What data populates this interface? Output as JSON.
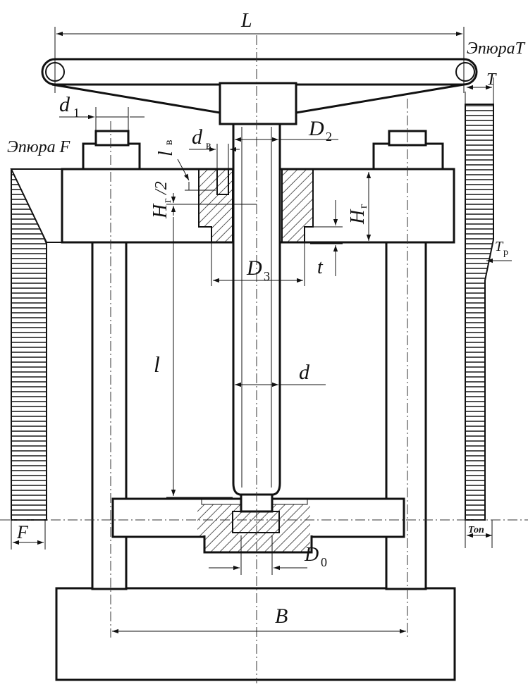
{
  "diagram": {
    "labels": {
      "L": "L",
      "epyura_T": "ЭпюраT",
      "T": "T",
      "d1_main": "d",
      "d1_sub": "1",
      "epyura_F": "Эпюра F",
      "lv_main": "l",
      "lv_sub": "в",
      "dv_main": "d",
      "dv_sub": "в",
      "D2_main": "D",
      "D2_sub": "2",
      "Hg2_main": "H",
      "Hg2_sub": "г",
      "Hg2_tail": "/2",
      "Hg_main": "H",
      "Hg_sub": "г",
      "Tp_main": "T",
      "Tp_sub": "р",
      "D3_main": "D",
      "D3_sub": "3",
      "t": "t",
      "l": "l",
      "d": "d",
      "F": "F",
      "Ton": "Топ",
      "D0_main": "D",
      "D0_sub": "0",
      "B": "B"
    }
  }
}
